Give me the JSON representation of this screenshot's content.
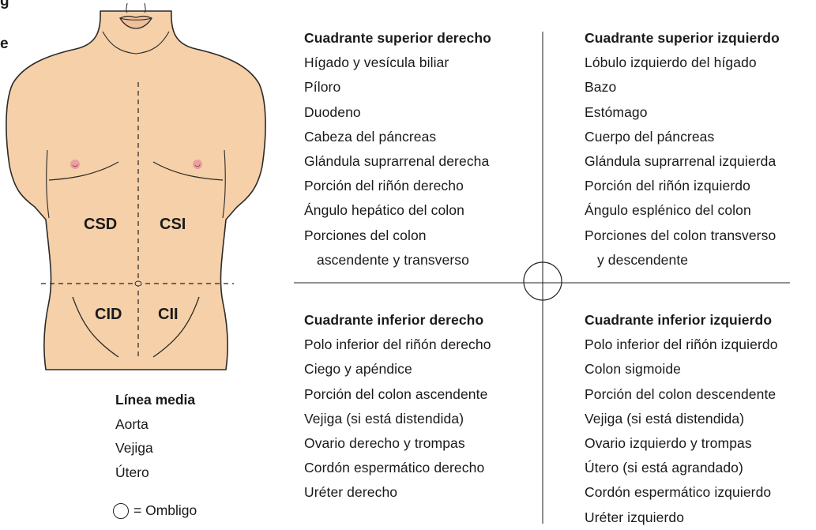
{
  "fragments": {
    "left_top": "g",
    "left_mid": "e"
  },
  "figure_labels": {
    "csd": "CSD",
    "csi": "CSI",
    "cid": "CID",
    "cii": "CII"
  },
  "quadrants": {
    "superior_derecho": {
      "title": "Cuadrante superior derecho",
      "items": [
        "Hígado y vesícula biliar",
        "Píloro",
        "Duodeno",
        "Cabeza del páncreas",
        "Glándula suprarrenal derecha",
        "Porción del riñón derecho",
        "Ángulo hepático del colon",
        "Porciones del colon",
        "ascendente y transverso"
      ]
    },
    "superior_izquierdo": {
      "title": "Cuadrante superior izquierdo",
      "items": [
        "Lóbulo izquierdo del hígado",
        "Bazo",
        "Estómago",
        "Cuerpo del páncreas",
        "Glándula suprarrenal izquierda",
        "Porción del riñón izquierdo",
        "Ángulo esplénico del colon",
        "Porciones del colon transverso",
        "y descendente"
      ]
    },
    "inferior_derecho": {
      "title": "Cuadrante inferior derecho",
      "items": [
        "Polo inferior del riñón derecho",
        "Ciego y apéndice",
        "Porción del colon ascendente",
        "Vejiga (si está distendida)",
        "Ovario derecho y trompas",
        "Cordón espermático derecho",
        "Uréter derecho"
      ]
    },
    "inferior_izquierdo": {
      "title": "Cuadrante inferior izquierdo",
      "items": [
        "Polo inferior del riñón izquierdo",
        "Colon sigmoide",
        "Porción del colon descendente",
        "Vejiga (si está distendida)",
        "Ovario izquierdo y trompas",
        "Útero (si está agrandado)",
        "Cordón espermático izquierdo",
        "Uréter izquierdo"
      ]
    }
  },
  "midline": {
    "title": "Línea media",
    "items": [
      "Aorta",
      "Vejiga",
      "Útero"
    ]
  },
  "legend": {
    "text": "= Ombligo"
  },
  "colors": {
    "skin": "#f5d0a8",
    "skin_outline": "#2a2a2a",
    "nipple": "#e8a0a0",
    "text": "#1a1a1a"
  }
}
